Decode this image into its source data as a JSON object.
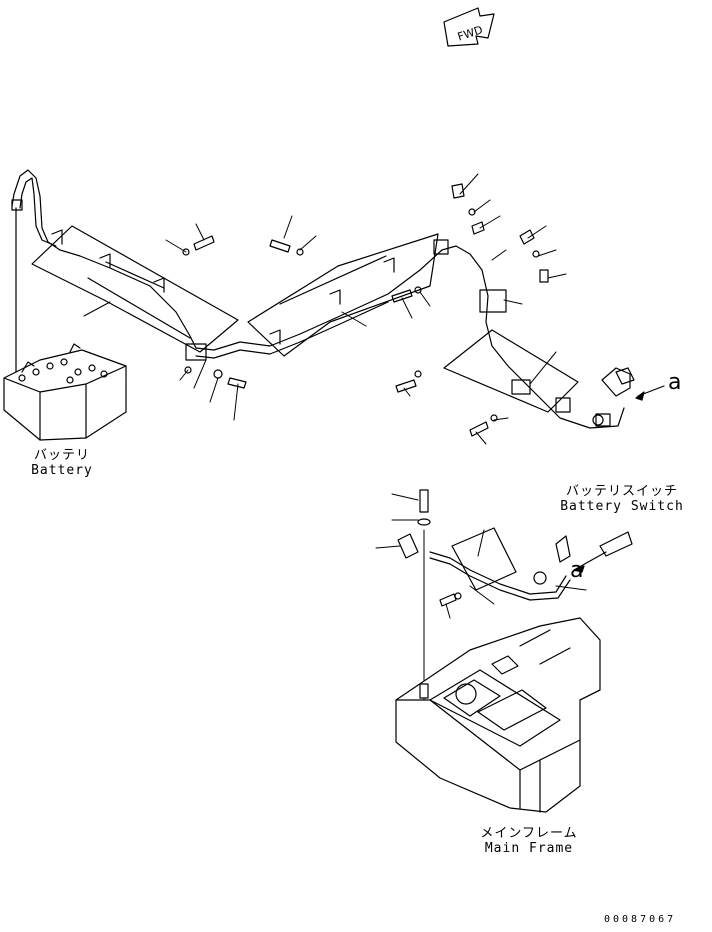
{
  "fwd_marker": "FWD",
  "battery": {
    "label_jp": "バッテリ",
    "label_en": "Battery"
  },
  "battery_switch": {
    "label_jp": "バッテリスイッチ",
    "label_en": "Battery Switch"
  },
  "main_frame": {
    "label_jp": "メインフレーム",
    "label_en": "Main Frame"
  },
  "connection_callouts": [
    "a",
    "a"
  ],
  "document_number": "00087067"
}
